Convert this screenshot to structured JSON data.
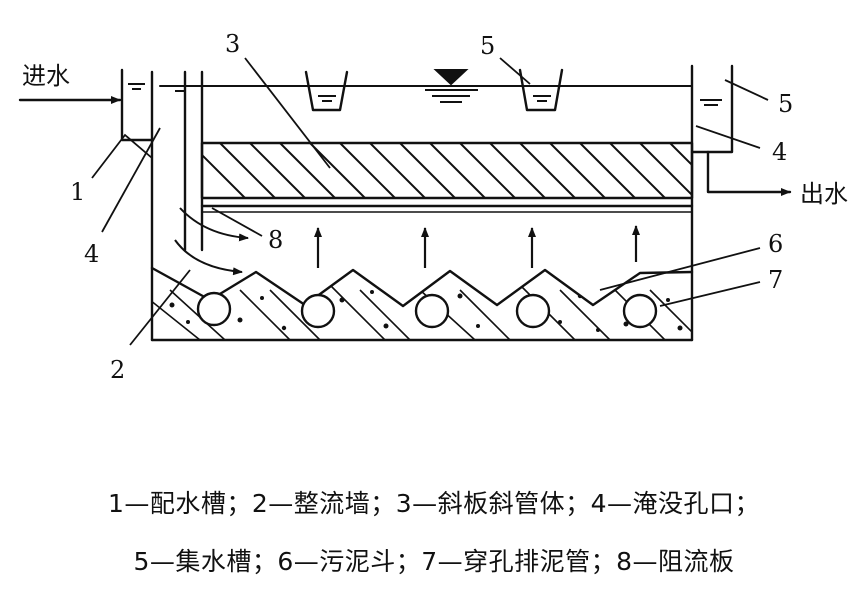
{
  "labels": {
    "inlet": "进水",
    "outlet": "出水",
    "n1": "1",
    "n2": "2",
    "n3": "3",
    "n4_left": "4",
    "n4_right": "4",
    "n5_top": "5",
    "n5_right": "5",
    "n6": "6",
    "n7": "7",
    "n8": "8"
  },
  "legend": {
    "line1": "1—配水槽；2—整流墙；3—斜板斜管体；4—淹没孔口；",
    "line2": "5—集水槽；6—污泥斗；7—穿孔排泥管；8—阻流板"
  },
  "colors": {
    "ink": "#111111",
    "background": "#ffffff"
  }
}
